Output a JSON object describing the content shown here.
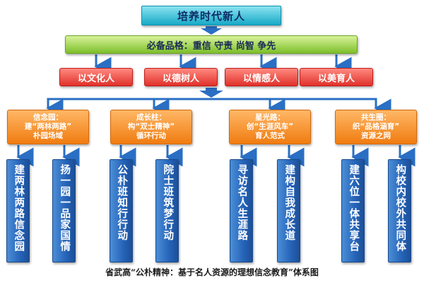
{
  "top": {
    "label": "培养时代新人"
  },
  "qualities": {
    "label": "必备品格：重信  守责  尚智    争先"
  },
  "values": [
    {
      "label": "以文化人"
    },
    {
      "label": "以德树人"
    },
    {
      "label": "以情感人"
    },
    {
      "label": "以美育人"
    }
  ],
  "branches": [
    {
      "line1": "信念园：",
      "line2": "建“两林两路”",
      "line3": "朴园场域",
      "leaves": [
        "建两林两路信念园",
        "扬一园一品家国情"
      ]
    },
    {
      "line1": "成长柱：",
      "line2": "构“双士精神”",
      "line3": "循环行动",
      "leaves": [
        "公朴班知行行动",
        "院士班筑梦行动"
      ]
    },
    {
      "line1": "星光路：",
      "line2": "创“生涯风车”",
      "line3": "育人范式",
      "leaves": [
        "寻访名人生涯路",
        "建构自我成长道"
      ]
    },
    {
      "line1": "共生圈：",
      "line2": "织“品格涵育”",
      "line3": "资源之网",
      "leaves": [
        "建六位一体共享台",
        "构校内校外共同体"
      ]
    }
  ],
  "caption": "省武高“公朴精神：基于名人资源的理想信念教育”体系图",
  "colors": {
    "connector": "#2a6fc4",
    "top": "#17a9c7",
    "quality": "#7cbf2a",
    "value": "#e0312a",
    "branch": "#f07c10",
    "leaf": "#2563b8"
  }
}
